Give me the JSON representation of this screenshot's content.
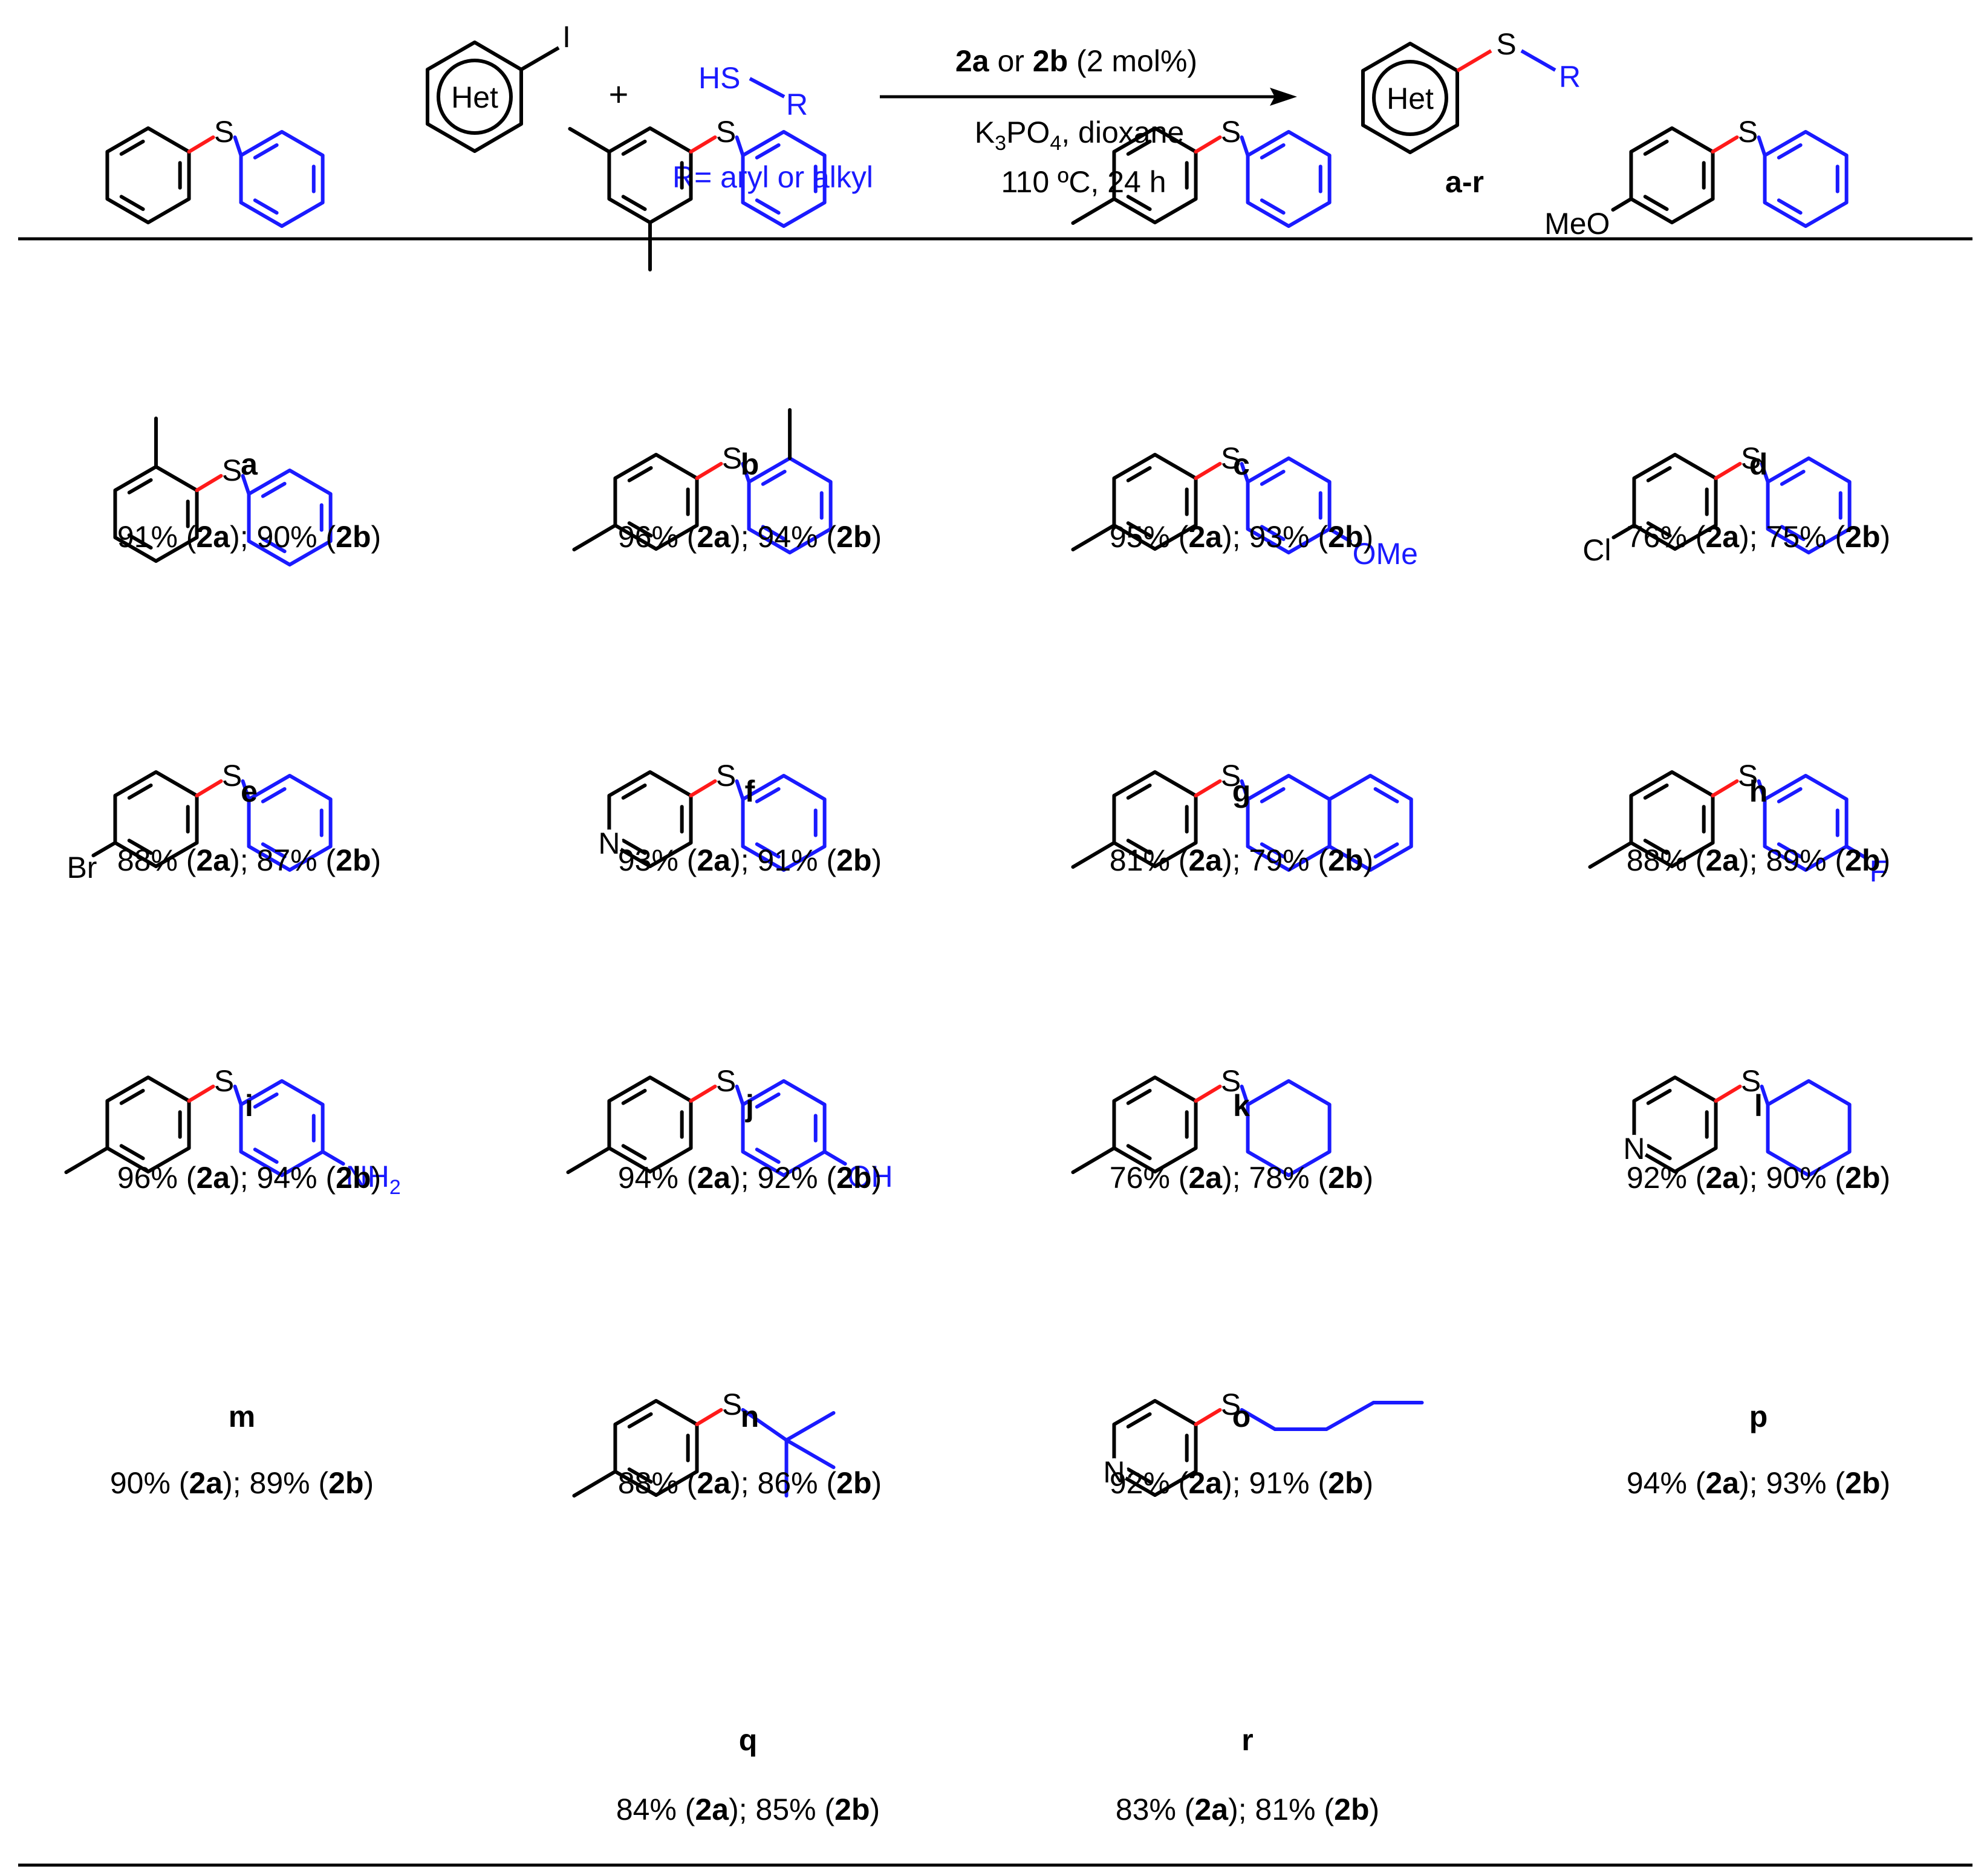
{
  "colors": {
    "black": "#000000",
    "blue": "#1a1aff",
    "red": "#ff1a1a"
  },
  "scheme": {
    "het_label": "Het",
    "iodo": "I",
    "plus": "+",
    "thiol_hs": "HS",
    "thiol_r": "R",
    "r_definition": "R= aryl or alkyl",
    "catalyst": {
      "c1": "2a",
      "or": " or ",
      "c2": "2b",
      "loading": " (2 mol%)"
    },
    "base": {
      "k": "K",
      "k_sub": "3",
      "po": "PO",
      "po_sub": "4",
      "rest": ", dioxane"
    },
    "conditions": "110 ºC, 24 h",
    "product_s": "S",
    "product_r": "R",
    "product_range": "a-r"
  },
  "products": [
    {
      "id": "a",
      "y2a": "91%",
      "y2b": "90%"
    },
    {
      "id": "b",
      "y2a": "96%",
      "y2b": "94%"
    },
    {
      "id": "c",
      "y2a": "95%",
      "y2b": "93%"
    },
    {
      "id": "d",
      "y2a": "76%",
      "y2b": "75%",
      "sub_left": "MeO"
    },
    {
      "id": "e",
      "y2a": "88%",
      "y2b": "87%"
    },
    {
      "id": "f",
      "y2a": "93%",
      "y2b": "91%"
    },
    {
      "id": "g",
      "y2a": "81%",
      "y2b": "79%",
      "sub_right": "OMe"
    },
    {
      "id": "h",
      "y2a": "88%",
      "y2b": "89%",
      "sub_left": "Cl"
    },
    {
      "id": "i",
      "y2a": "96%",
      "y2b": "94%",
      "sub_left": "Br"
    },
    {
      "id": "j",
      "y2a": "94%",
      "y2b": "92%",
      "ring_n": "N"
    },
    {
      "id": "k",
      "y2a": "76%",
      "y2b": "78%"
    },
    {
      "id": "l",
      "y2a": "92%",
      "y2b": "90%",
      "sub_right": "F"
    },
    {
      "id": "m",
      "y2a": "90%",
      "y2b": "89%",
      "sub_right": "NH",
      "sub_right_sub": "2"
    },
    {
      "id": "n",
      "y2a": "88%",
      "y2b": "86%",
      "sub_right": "OH"
    },
    {
      "id": "o",
      "y2a": "92%",
      "y2b": "91%"
    },
    {
      "id": "p",
      "y2a": "94%",
      "y2b": "93%",
      "ring_n": "N"
    },
    {
      "id": "q",
      "y2a": "84%",
      "y2b": "85%"
    },
    {
      "id": "r",
      "y2a": "83%",
      "y2b": "81%",
      "ring_n": "N"
    }
  ],
  "catalyst_labels": {
    "a": "2a",
    "b": "2b"
  },
  "sulfur": "S"
}
